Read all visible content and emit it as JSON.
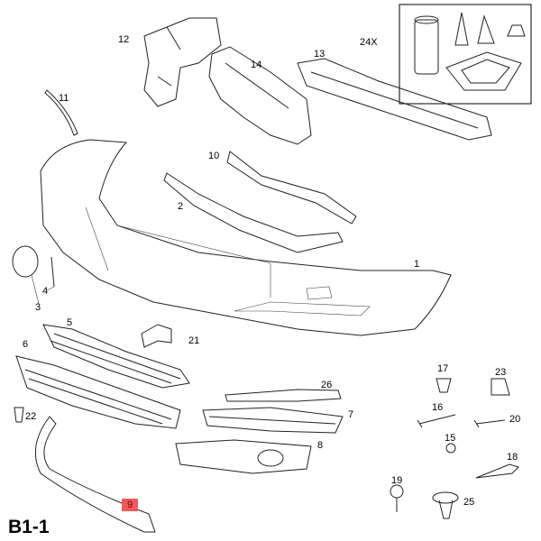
{
  "diagram": {
    "code": "B1-1",
    "highlight_color": "#f05a5a",
    "labels": [
      {
        "id": "12",
        "text": "12"
      },
      {
        "id": "14",
        "text": "14"
      },
      {
        "id": "13",
        "text": "13"
      },
      {
        "id": "24x",
        "text": "24X"
      },
      {
        "id": "11",
        "text": "11"
      },
      {
        "id": "10",
        "text": "10"
      },
      {
        "id": "2",
        "text": "2"
      },
      {
        "id": "1",
        "text": "1"
      },
      {
        "id": "4",
        "text": "4"
      },
      {
        "id": "3",
        "text": "3"
      },
      {
        "id": "5",
        "text": "5"
      },
      {
        "id": "21",
        "text": "21"
      },
      {
        "id": "6",
        "text": "6"
      },
      {
        "id": "17",
        "text": "17"
      },
      {
        "id": "23",
        "text": "23"
      },
      {
        "id": "26",
        "text": "26"
      },
      {
        "id": "16",
        "text": "16"
      },
      {
        "id": "7",
        "text": "7"
      },
      {
        "id": "22",
        "text": "22"
      },
      {
        "id": "20",
        "text": "20"
      },
      {
        "id": "15",
        "text": "15"
      },
      {
        "id": "8",
        "text": "8"
      },
      {
        "id": "18",
        "text": "18"
      },
      {
        "id": "19",
        "text": "19"
      },
      {
        "id": "25",
        "text": "25"
      },
      {
        "id": "9",
        "text": "9",
        "highlighted": true
      }
    ]
  }
}
